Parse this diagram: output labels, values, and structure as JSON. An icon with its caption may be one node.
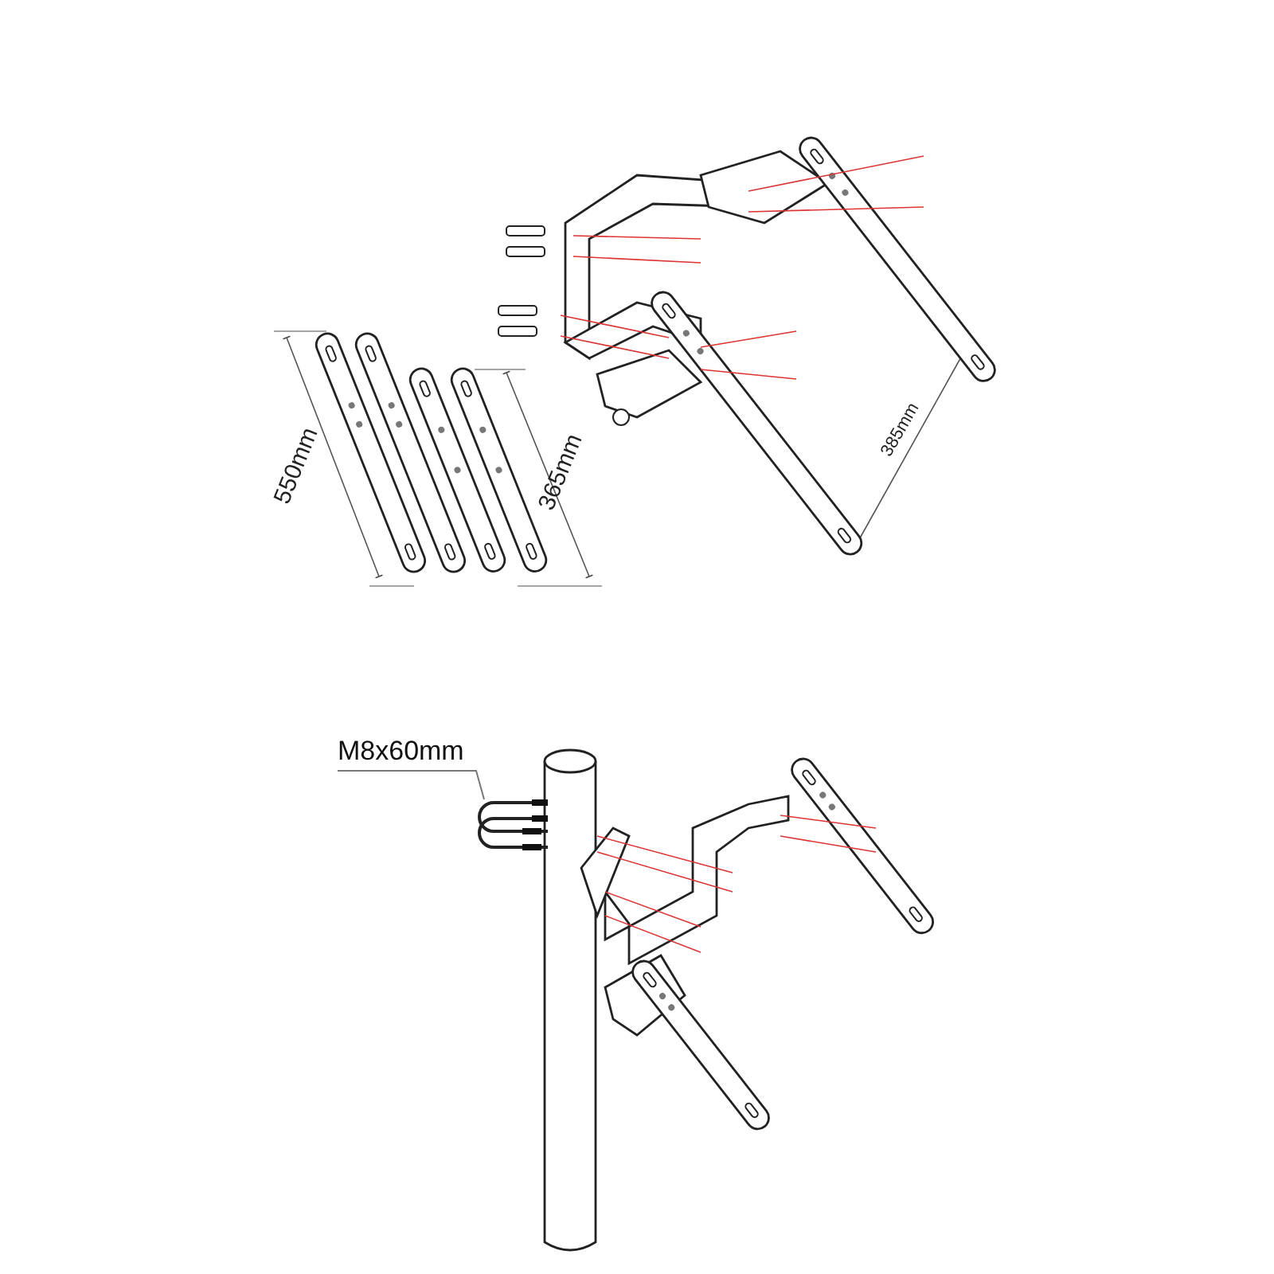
{
  "diagram": {
    "nodes": [
      {
        "text": [
          "M8x60mm"
        ]
      },
      {
        "text": [],
        "shape": "picture"
      }
    ],
    "edges": [
      {
        "from": 0,
        "to": 1,
        "arrow": "none"
      }
    ],
    "labels": [
      "550mm",
      "365mm",
      "385mm"
    ]
  }
}
